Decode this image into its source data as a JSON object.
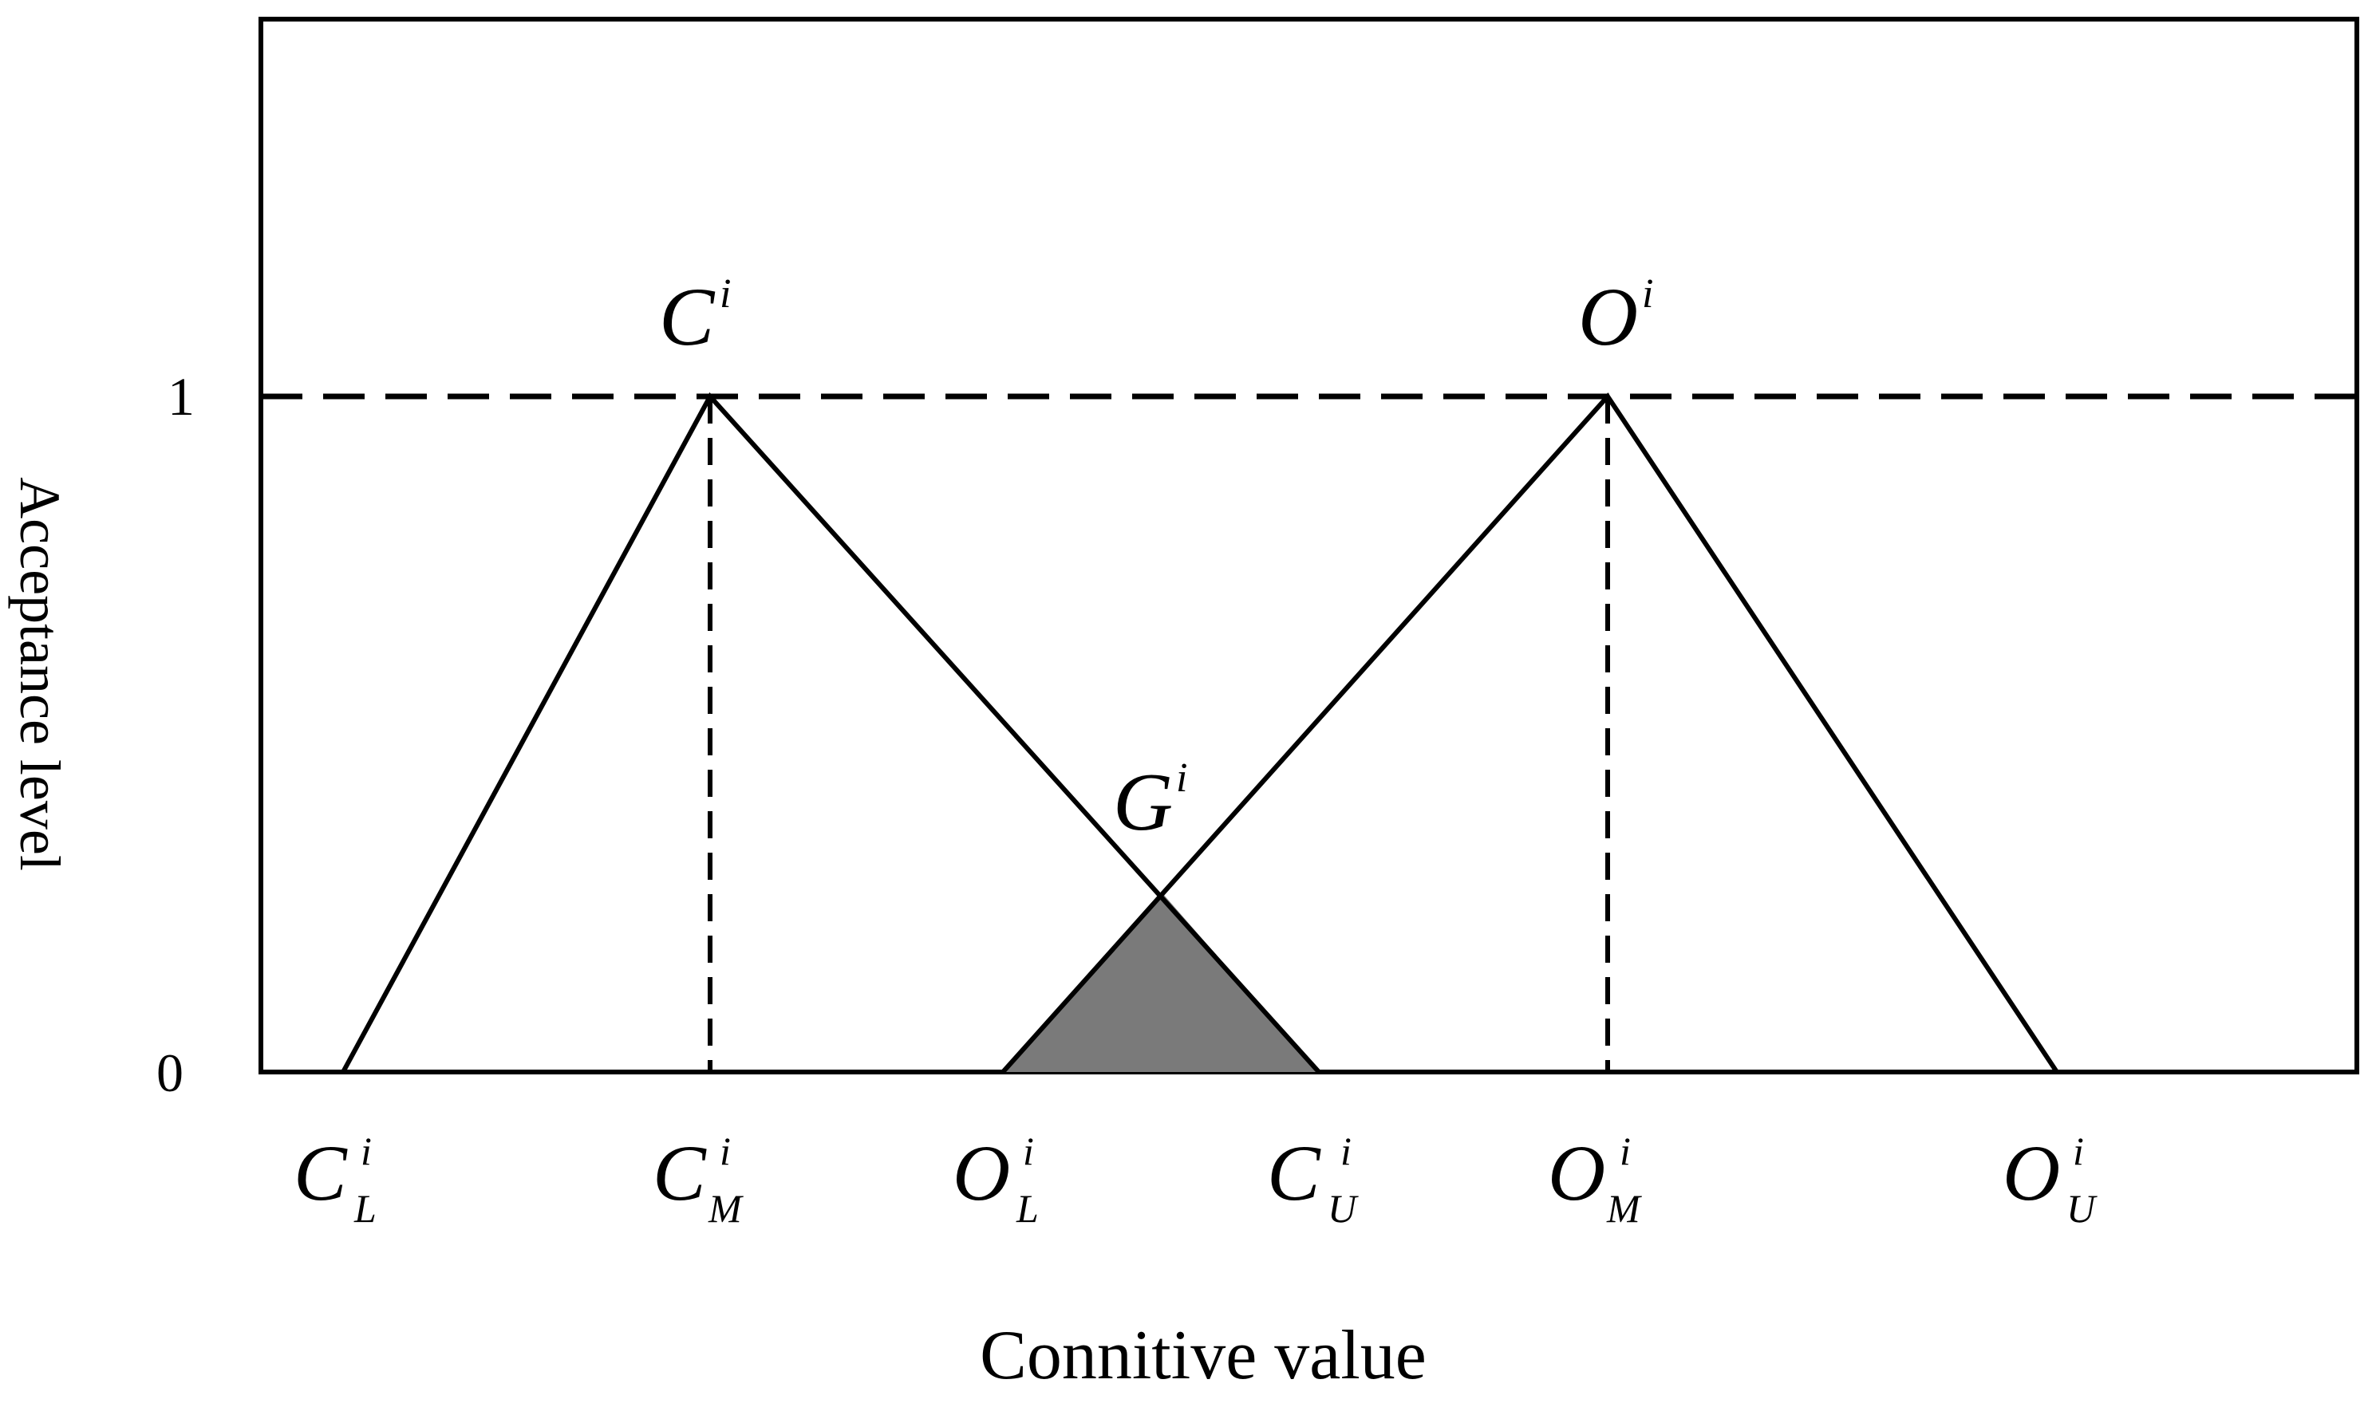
{
  "x_axis_title": "Connitive value",
  "y_axis_title": "Acceptance level",
  "y_ticks": {
    "zero": "0",
    "one": "1"
  },
  "points": {
    "C": {
      "letter": "C",
      "sup": "i"
    },
    "O": {
      "letter": "O",
      "sup": "i"
    },
    "G": {
      "letter": "G",
      "sup": "i"
    }
  },
  "x_labels": [
    {
      "letter": "C",
      "sup": "i",
      "sub": "L"
    },
    {
      "letter": "C",
      "sup": "i",
      "sub": "M"
    },
    {
      "letter": "O",
      "sup": "i",
      "sub": "L"
    },
    {
      "letter": "C",
      "sup": "i",
      "sub": "U"
    },
    {
      "letter": "O",
      "sup": "i",
      "sub": "M"
    },
    {
      "letter": "O",
      "sup": "i",
      "sub": "U"
    }
  ],
  "colors": {
    "line": "#000000",
    "overlap_fill": "#7a7a7a",
    "background": "#ffffff"
  }
}
